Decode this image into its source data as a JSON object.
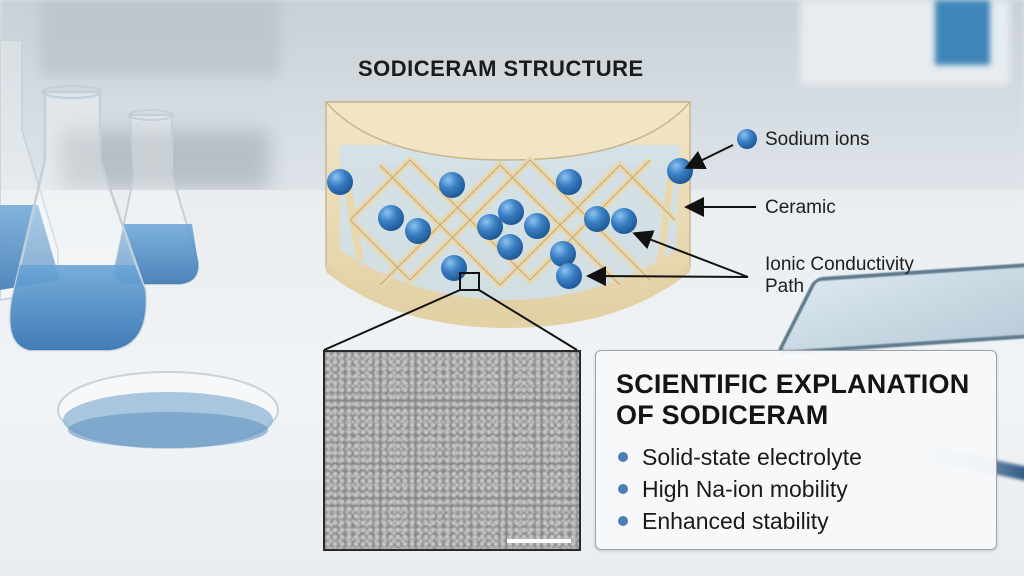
{
  "diagram": {
    "title": "SODICERAM STRUCTURE",
    "labels": {
      "sodium_ions": "Sodium ions",
      "ceramic": "Ceramic",
      "ionic_path_line1": "Ionic Conductivity",
      "ionic_path_line2": "Path"
    },
    "colors": {
      "ion_blue": "#3b7fc4",
      "ceramic_beige": "#ead9b4",
      "pore_blue": "#cfe0ec"
    }
  },
  "explanation_card": {
    "title_line1": "SCIENTIFIC EXPLANATION",
    "title_line2": "OF SODICERAM",
    "bullets": [
      "Solid-state electrolyte",
      "High Na-ion mobility",
      "Enhanced stability"
    ],
    "bullet_color": "#4a7fb5"
  },
  "micrograph": {
    "description": "SEM-like grain texture inset",
    "has_scale_bar": true
  }
}
